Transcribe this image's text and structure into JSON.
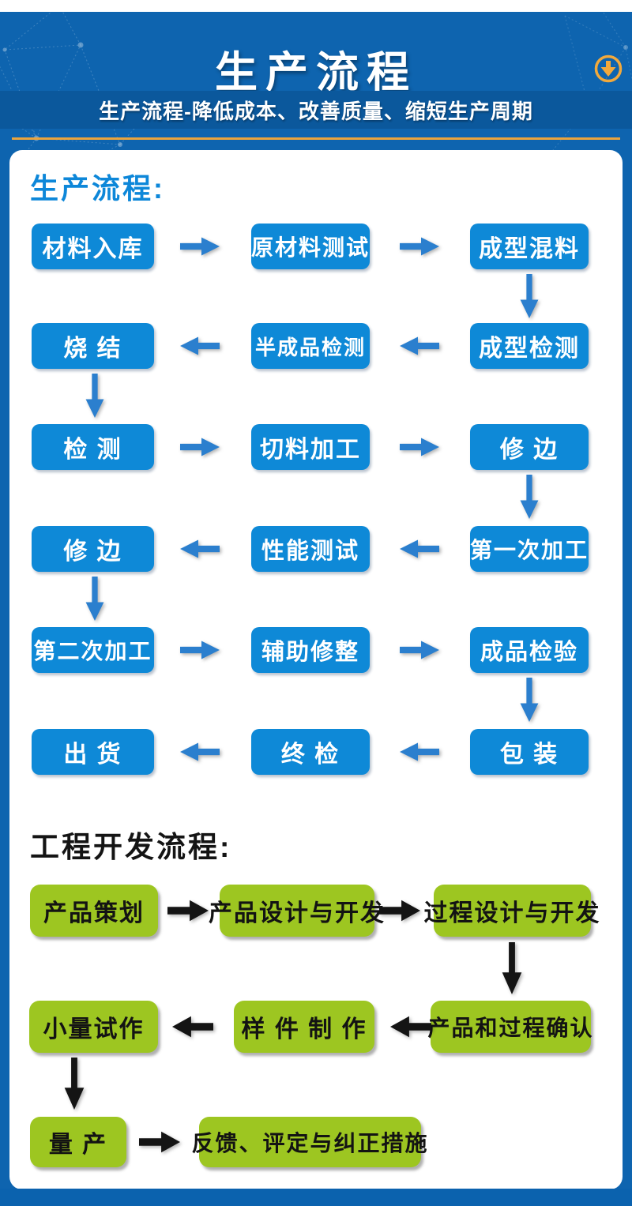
{
  "page": {
    "title": "生产流程",
    "subtitle": "生产流程-降低成本、改善质量、缩短生产周期"
  },
  "icons": {
    "scroll_down": "circle-down-arrow-icon"
  },
  "colors": {
    "background_blue": "#0e64af",
    "subtitle_band_blue": "#0b589c",
    "divider_orange": "#eaa43e",
    "blue_box": "#0e89d7",
    "blue_arrow": "#2b7fce",
    "blue_heading": "#0d87d9",
    "green_box": "#9dc621",
    "black_arrow": "#141414",
    "footer_blue": "#0b62ae"
  },
  "production_flow": {
    "heading": "生产流程:",
    "rows": [
      {
        "direction": "right",
        "connector_down": "right",
        "boxes": [
          "材料入库",
          "原材料测试",
          "成型混料"
        ]
      },
      {
        "direction": "left",
        "connector_down": "left",
        "boxes": [
          "烧 结",
          "半成品检测",
          "成型检测"
        ]
      },
      {
        "direction": "right",
        "connector_down": "right",
        "boxes": [
          "检 测",
          "切料加工",
          "修 边"
        ]
      },
      {
        "direction": "left",
        "connector_down": "left",
        "boxes": [
          "修 边",
          "性能测试",
          "第一次加工"
        ]
      },
      {
        "direction": "right",
        "connector_down": "right",
        "boxes": [
          "第二次加工",
          "辅助修整",
          "成品检验"
        ]
      },
      {
        "direction": "left",
        "connector_down": null,
        "boxes": [
          "出 货",
          "终 检",
          "包 装"
        ]
      }
    ]
  },
  "engineering_flow": {
    "heading": "工程开发流程:",
    "rows": [
      {
        "direction": "right",
        "connector_down": "right",
        "boxes": [
          "产品策划",
          "产品设计与开发",
          "过程设计与开发"
        ]
      },
      {
        "direction": "left",
        "connector_down": "left",
        "boxes": [
          "小量试作",
          "样 件 制 作",
          "产品和过程确认"
        ]
      },
      {
        "direction": "right",
        "connector_down": null,
        "boxes": [
          "量 产",
          "反馈、评定与纠正措施"
        ]
      }
    ]
  }
}
